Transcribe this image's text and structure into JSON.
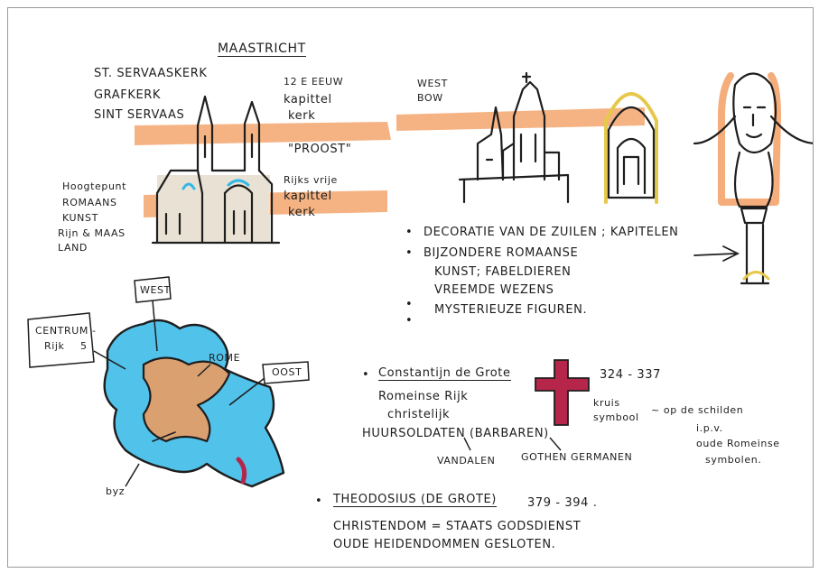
{
  "colors": {
    "orange": "#f29a5a",
    "cyan": "#33b7e6",
    "ink": "#1e1e1e",
    "crimson": "#b5264a",
    "gold": "#e6c84a"
  },
  "title": "MAASTRICHT",
  "left_labels": {
    "serv1": "ST. SERVAASKERK",
    "serv2": "GRAFKERK",
    "serv3": "SINT SERVAAS",
    "kap1": "12 E EEUW",
    "kap2": "kapittel",
    "kap3": "kerk",
    "proost": "\"PROOST\"",
    "ryk1": "Rijks vrije",
    "ryk2": "kapittel",
    "ryk3": "kerk",
    "hoog1": "Hoogtepunt",
    "hoog2": "ROMAANS",
    "hoog3": "KUNST",
    "hoog4": "Rijn & MAAS",
    "hoog5": "LAND"
  },
  "west_bow": [
    "WEST",
    "BOW"
  ],
  "bullets": [
    "DECORATIE VAN DE ZUILEN ; KAPITELEN",
    "BIJZONDERE ROMAANSE",
    "KUNST; FABELDIEREN",
    "VREEMDE WEZENS",
    "MYSTERIEUZE FIGUREN."
  ],
  "map_labels": {
    "west": "WEST",
    "oost": "OOST",
    "rome": "ROME",
    "centrum1": "CENTRUM -",
    "centrum2": "Rijk",
    "centrum3": "5",
    "map_small": "byz"
  },
  "constantijn": {
    "name": "Constantijn de Grote",
    "dates": "324 - 337",
    "l1": "Romeinse Rijk",
    "l2": "christelijk",
    "l3": "HUURSOLDATEN (BARBAREN)",
    "vandalen": "VANDALEN",
    "oosthen": "GOTHEN GERMANEN",
    "kruis1": "kruis",
    "kruis2": "symbool",
    "schild1": "~ op de schilden",
    "schild2": "i.p.v.",
    "schild3": "oude Romeinse",
    "schild4": "symbolen."
  },
  "theodosius": {
    "name": "THEODOSIUS (DE GROTE)",
    "dates": "379 - 394 .",
    "l1": "CHRISTENDOM = STAATS GODSDIENST",
    "l2": "OUDE HEIDENDOMMEN GESLOTEN."
  }
}
